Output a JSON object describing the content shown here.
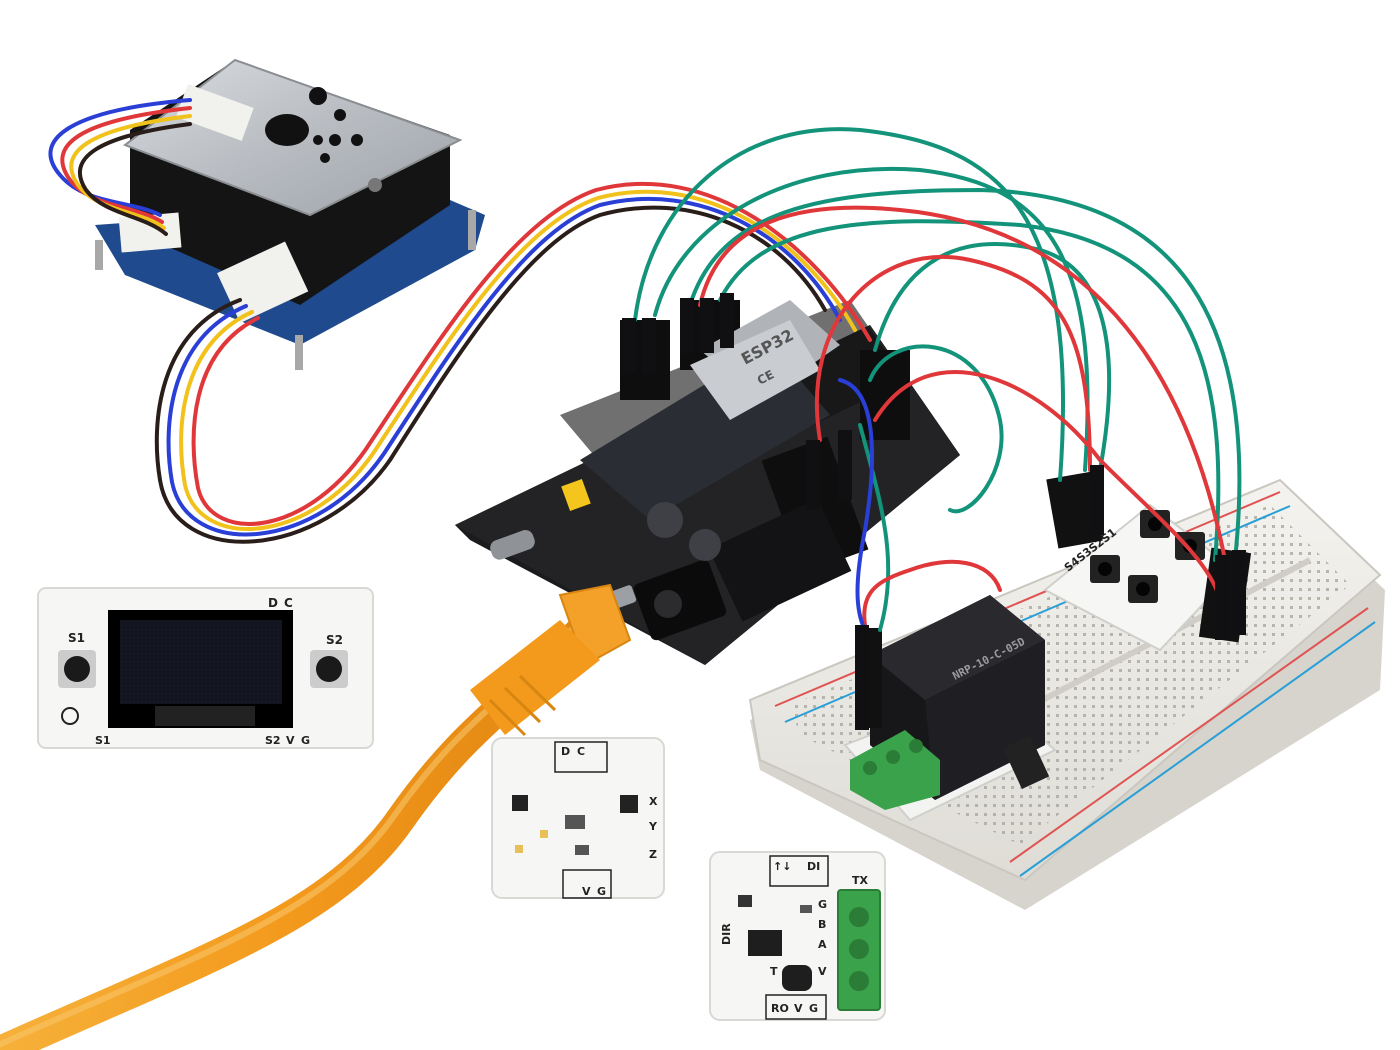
{
  "oled_module": {
    "label_s1_top": "S1",
    "label_s2_top": "S2",
    "label_d": "D",
    "label_c": "C",
    "label_s1_bottom": "S1",
    "label_s2_bottom": "S2",
    "label_v": "V",
    "label_g": "G"
  },
  "imu_module": {
    "label_d": "D",
    "label_c": "C",
    "label_x": "X",
    "label_y": "Y",
    "label_z": "Z",
    "label_v": "V",
    "label_g": "G"
  },
  "rs485_module": {
    "label_arrows": "↑↓",
    "label_di": "DI",
    "label_tx": "TX",
    "label_dir": "DIR",
    "label_g": "G",
    "label_b": "B",
    "label_a": "A",
    "label_v": "V",
    "label_t": "T",
    "label_ro": "RO",
    "label_v_bottom": "V",
    "label_g_bottom": "G"
  },
  "esp32_board": {
    "chip_label": "ESP32",
    "ce_label": "CE"
  },
  "relay_module": {
    "relay_text": "NRP-10-C-05D"
  },
  "keypad_module": {
    "label": "S4S3S2S1"
  },
  "colors": {
    "wire_green": "#12937a",
    "wire_red": "#e0383a",
    "wire_blue": "#2a3fd6",
    "wire_yellow": "#f1c21b",
    "wire_black": "#2a1e1a",
    "usb_cable": "#f4a12a",
    "board_black": "#1b1b1d",
    "module_white": "#f6f6f4",
    "breadboard": "#ecebe6"
  }
}
